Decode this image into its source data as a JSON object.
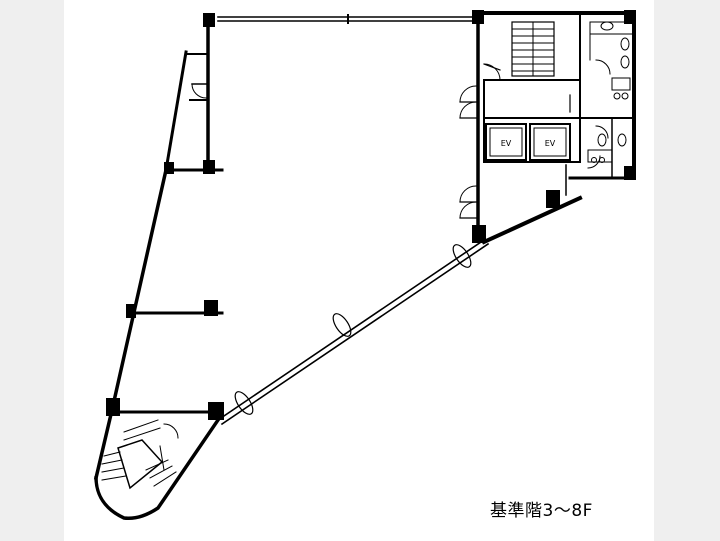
{
  "floor_label": "基準階3～8F",
  "elevators": [
    {
      "label": "EV"
    },
    {
      "label": "EV"
    }
  ]
}
